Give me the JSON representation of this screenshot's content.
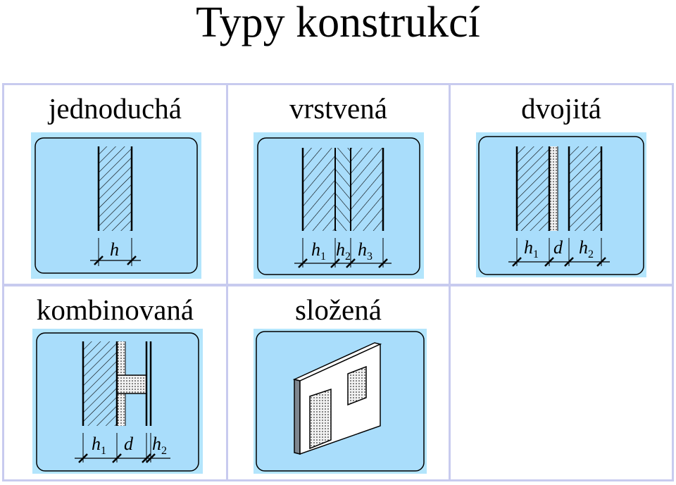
{
  "page": {
    "title": "Typy konstrukcí"
  },
  "colors": {
    "grid_line": "#c8cbef",
    "panel_bg": "#b3e5fc",
    "panel_inner": "#a9ddfb",
    "ink": "#000000",
    "dot_fill": "#f2f2f2"
  },
  "types": {
    "simple": {
      "label": "jednoduchá",
      "dims": [
        "h"
      ]
    },
    "layered": {
      "label": "vrstvená",
      "dims": [
        "h1",
        "h2",
        "h3"
      ]
    },
    "double": {
      "label": "dvojitá",
      "dims": [
        "h1",
        "d",
        "h2"
      ]
    },
    "combined": {
      "label": "kombinovaná",
      "dims": [
        "h1",
        "d",
        "h2"
      ]
    },
    "composite": {
      "label": "složená"
    }
  }
}
